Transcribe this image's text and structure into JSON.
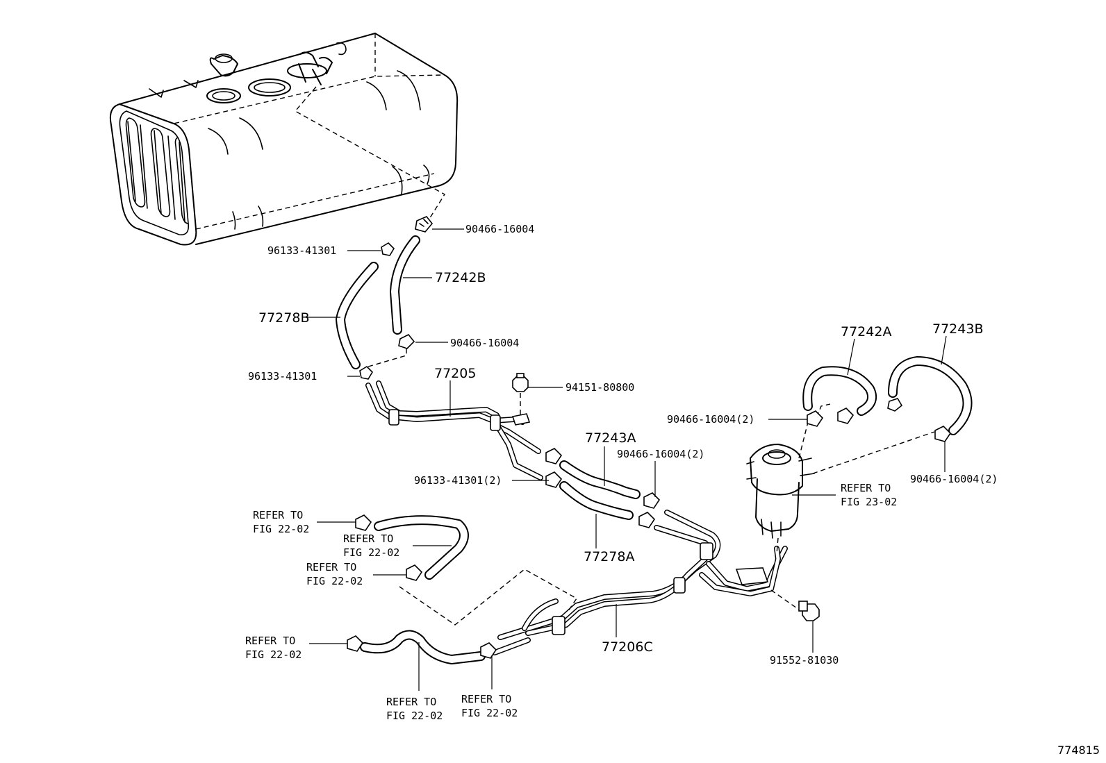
{
  "diagram_id": "774815",
  "labels": {
    "p90466_16004_top": "90466-16004",
    "p96133_41301_top": "96133-41301",
    "p77242B": "77242B",
    "p77278B": "77278B",
    "p90466_16004_mid": "90466-16004",
    "p96133_41301_mid": "96133-41301",
    "p77205": "77205",
    "p94151_80800": "94151-80800",
    "p77242A": "77242A",
    "p77243B": "77243B",
    "p90466_16004_2_left": "90466-16004(2)",
    "p77243A": "77243A",
    "p90466_16004_2_center": "90466-16004(2)",
    "p96133_41301_2": "96133-41301(2)",
    "p77278A": "77278A",
    "p90466_16004_2_right": "90466-16004(2)",
    "p77206C": "77206C",
    "p91552_81030": "91552-81030"
  },
  "refs": {
    "filter": {
      "line1": "REFER TO",
      "line2": "FIG 23-02"
    },
    "r1": {
      "line1": "REFER TO",
      "line2": "FIG 22-02"
    },
    "r2": {
      "line1": "REFER TO",
      "line2": "FIG 22-02"
    },
    "r3": {
      "line1": "REFER TO",
      "line2": "FIG 22-02"
    },
    "r4": {
      "line1": "REFER TO",
      "line2": "FIG 22-02"
    },
    "r5": {
      "line1": "REFER TO",
      "line2": "FIG 22-02"
    },
    "r6": {
      "line1": "REFER TO",
      "line2": "FIG 22-02"
    }
  }
}
